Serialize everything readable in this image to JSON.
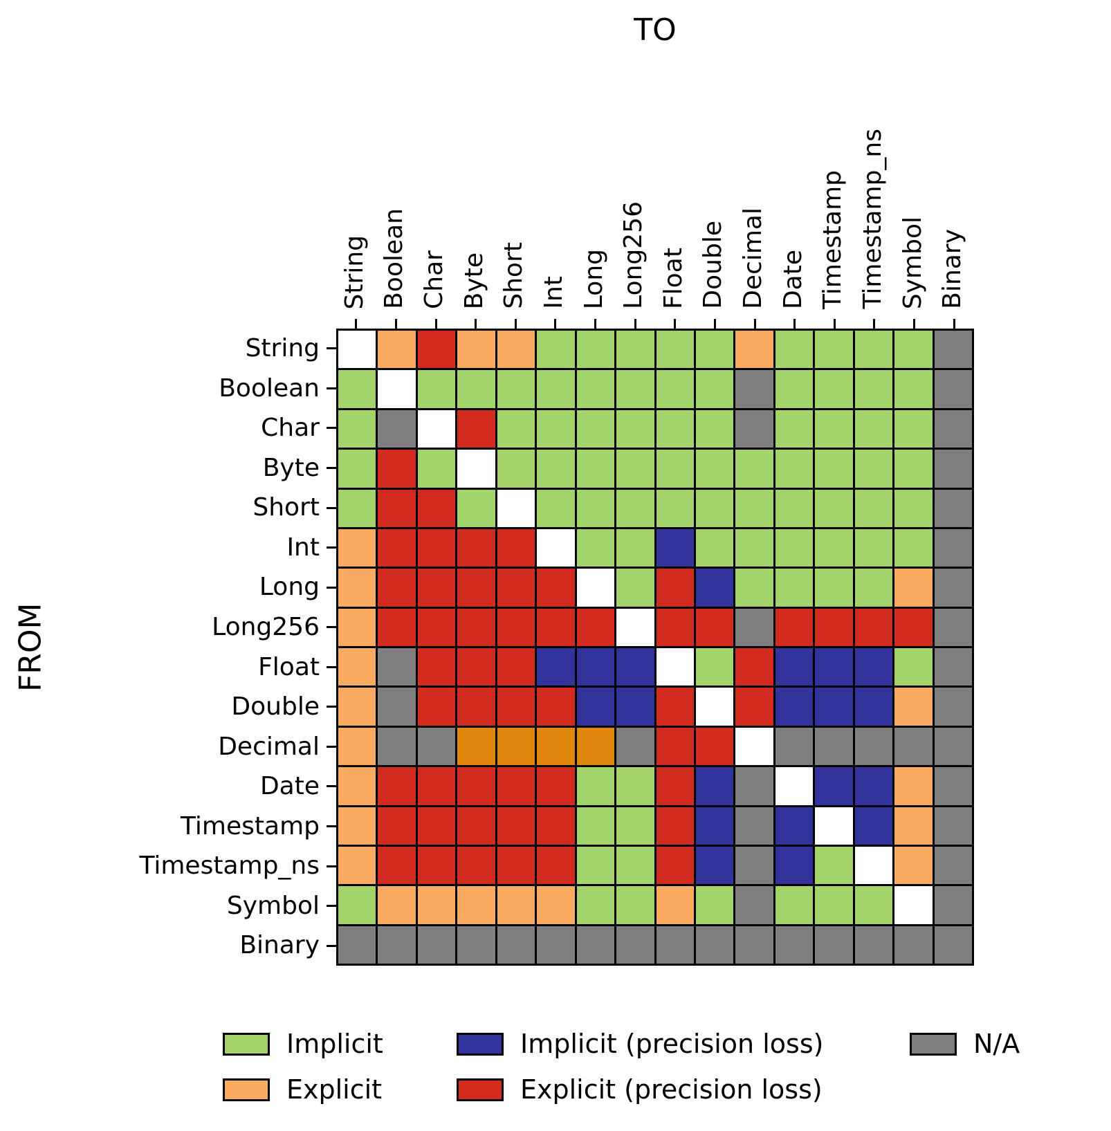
{
  "chart_data": {
    "type": "heatmap",
    "title_top": "TO",
    "title_left": "FROM",
    "x_axis_label_position": "top, rotated 90deg reading bottom-to-top",
    "y_axis_label_position": "left, right-aligned",
    "categories": [
      "String",
      "Boolean",
      "Char",
      "Byte",
      "Short",
      "Int",
      "Long",
      "Long256",
      "Float",
      "Double",
      "Decimal",
      "Date",
      "Timestamp",
      "Timestamp_ns",
      "Symbol",
      "Binary"
    ],
    "cell_codes_legend": "S=self/diagonal(white), I=Implicit, E=Explicit, IP=Implicit precision loss, EP=Explicit precision loss, E2=dark-orange explicit variant, NA=not available",
    "rows": [
      {
        "from": "String",
        "cells": [
          "S",
          "E",
          "EP",
          "E",
          "E",
          "I",
          "I",
          "I",
          "I",
          "I",
          "E",
          "I",
          "I",
          "I",
          "I",
          "NA"
        ]
      },
      {
        "from": "Boolean",
        "cells": [
          "I",
          "S",
          "I",
          "I",
          "I",
          "I",
          "I",
          "I",
          "I",
          "I",
          "NA",
          "I",
          "I",
          "I",
          "I",
          "NA"
        ]
      },
      {
        "from": "Char",
        "cells": [
          "I",
          "NA",
          "S",
          "EP",
          "I",
          "I",
          "I",
          "I",
          "I",
          "I",
          "NA",
          "I",
          "I",
          "I",
          "I",
          "NA"
        ]
      },
      {
        "from": "Byte",
        "cells": [
          "I",
          "EP",
          "I",
          "S",
          "I",
          "I",
          "I",
          "I",
          "I",
          "I",
          "I",
          "I",
          "I",
          "I",
          "I",
          "NA"
        ]
      },
      {
        "from": "Short",
        "cells": [
          "I",
          "EP",
          "EP",
          "I",
          "S",
          "I",
          "I",
          "I",
          "I",
          "I",
          "I",
          "I",
          "I",
          "I",
          "I",
          "NA"
        ]
      },
      {
        "from": "Int",
        "cells": [
          "E",
          "EP",
          "EP",
          "EP",
          "EP",
          "S",
          "I",
          "I",
          "IP",
          "I",
          "I",
          "I",
          "I",
          "I",
          "I",
          "NA"
        ]
      },
      {
        "from": "Long",
        "cells": [
          "E",
          "EP",
          "EP",
          "EP",
          "EP",
          "EP",
          "S",
          "I",
          "EP",
          "IP",
          "I",
          "I",
          "I",
          "I",
          "E",
          "NA"
        ]
      },
      {
        "from": "Long256",
        "cells": [
          "E",
          "EP",
          "EP",
          "EP",
          "EP",
          "EP",
          "EP",
          "S",
          "EP",
          "EP",
          "NA",
          "EP",
          "EP",
          "EP",
          "EP",
          "NA"
        ]
      },
      {
        "from": "Float",
        "cells": [
          "E",
          "NA",
          "EP",
          "EP",
          "EP",
          "IP",
          "IP",
          "IP",
          "S",
          "I",
          "EP",
          "IP",
          "IP",
          "IP",
          "I",
          "NA"
        ]
      },
      {
        "from": "Double",
        "cells": [
          "E",
          "NA",
          "EP",
          "EP",
          "EP",
          "EP",
          "IP",
          "IP",
          "EP",
          "S",
          "EP",
          "IP",
          "IP",
          "IP",
          "E",
          "NA"
        ]
      },
      {
        "from": "Decimal",
        "cells": [
          "E",
          "NA",
          "NA",
          "E2",
          "E2",
          "E2",
          "E2",
          "NA",
          "EP",
          "EP",
          "S",
          "NA",
          "NA",
          "NA",
          "NA",
          "NA"
        ]
      },
      {
        "from": "Date",
        "cells": [
          "E",
          "EP",
          "EP",
          "EP",
          "EP",
          "EP",
          "I",
          "I",
          "EP",
          "IP",
          "NA",
          "S",
          "IP",
          "IP",
          "E",
          "NA"
        ]
      },
      {
        "from": "Timestamp",
        "cells": [
          "E",
          "EP",
          "EP",
          "EP",
          "EP",
          "EP",
          "I",
          "I",
          "EP",
          "IP",
          "NA",
          "IP",
          "S",
          "IP",
          "E",
          "NA"
        ]
      },
      {
        "from": "Timestamp_ns",
        "cells": [
          "E",
          "EP",
          "EP",
          "EP",
          "EP",
          "EP",
          "I",
          "I",
          "EP",
          "IP",
          "NA",
          "IP",
          "I",
          "S",
          "E",
          "NA"
        ]
      },
      {
        "from": "Symbol",
        "cells": [
          "I",
          "E",
          "E",
          "E",
          "E",
          "E",
          "I",
          "I",
          "E",
          "I",
          "NA",
          "I",
          "I",
          "I",
          "S",
          "NA"
        ]
      },
      {
        "from": "Binary",
        "cells": [
          "NA",
          "NA",
          "NA",
          "NA",
          "NA",
          "NA",
          "NA",
          "NA",
          "NA",
          "NA",
          "NA",
          "NA",
          "NA",
          "NA",
          "NA",
          "NA"
        ]
      }
    ],
    "colors": {
      "S": "#ffffff",
      "I": "#a3d46b",
      "E": "#fbab61",
      "IP": "#33349b",
      "EP": "#d22b20",
      "E2": "#e0870e",
      "NA": "#7f7f7f"
    },
    "grid_lines": "black, on",
    "legend_position": "below chart, two rows"
  },
  "legend": {
    "items": [
      {
        "label": "Implicit",
        "color": "#a3d46b"
      },
      {
        "label": "Implicit (precision loss)",
        "color": "#33349b"
      },
      {
        "label": "N/A",
        "color": "#7f7f7f"
      },
      {
        "label": "Explicit",
        "color": "#fbab61"
      },
      {
        "label": "Explicit (precision loss)",
        "color": "#d22b20"
      }
    ]
  }
}
